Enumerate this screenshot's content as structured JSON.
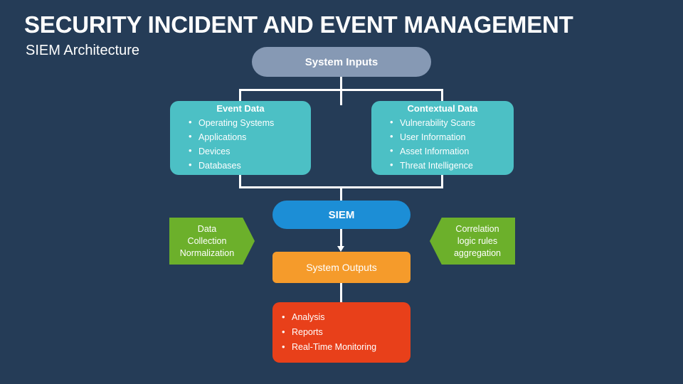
{
  "header": {
    "title": "SECURITY INCIDENT AND EVENT MANAGEMENT",
    "subtitle": "SIEM Architecture"
  },
  "diagram": {
    "system_inputs": {
      "label": "System Inputs"
    },
    "event_data": {
      "title": "Event Data",
      "items": [
        "Operating Systems",
        "Applications",
        "Devices",
        "Databases"
      ]
    },
    "contextual_data": {
      "title": "Contextual Data",
      "items": [
        "Vulnerability Scans",
        "User Information",
        "Asset Information",
        "Threat Intelligence"
      ]
    },
    "siem": {
      "label": "SIEM"
    },
    "system_outputs": {
      "label": "System Outputs"
    },
    "results": {
      "items": [
        "Analysis",
        "Reports",
        "Real-Time Monitoring"
      ]
    },
    "callout_left": {
      "lines": [
        "Data",
        "Collection",
        "Normalization"
      ]
    },
    "callout_right": {
      "lines": [
        "Correlation",
        "logic rules",
        "aggregation"
      ]
    }
  },
  "colors": {
    "background": "#253c57",
    "system_inputs": "#8699b4",
    "data_boxes": "#4cc0c5",
    "siem": "#1c8ed6",
    "system_outputs": "#f59b2b",
    "results": "#e8401a",
    "callouts": "#6cb02b",
    "connectors": "#ffffff",
    "text": "#ffffff"
  }
}
